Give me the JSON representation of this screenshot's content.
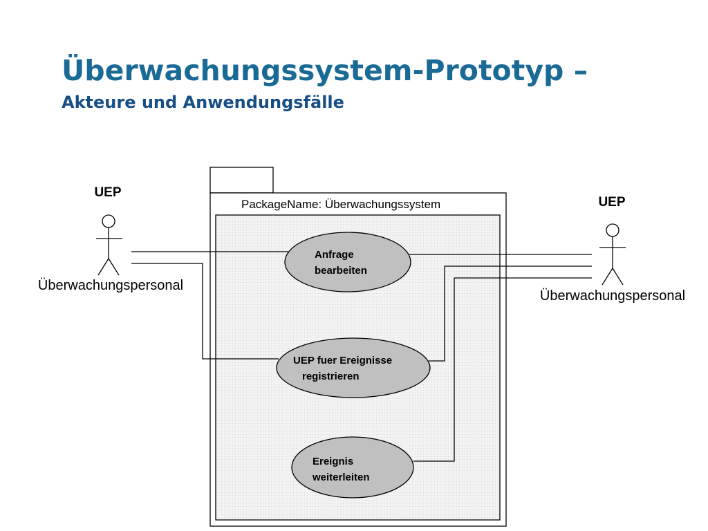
{
  "slide": {
    "title": "Überwachungssystem-Prototyp –",
    "subtitle": "Akteure und Anwendungsfälle"
  },
  "diagram": {
    "package_name": "PackageName: Überwachungssystem",
    "actors": [
      {
        "id": "left",
        "stereotype": "UEP",
        "name": "Überwachungspersonal"
      },
      {
        "id": "right",
        "stereotype": "UEP",
        "name": "Überwachungspersonal"
      }
    ],
    "use_cases": [
      {
        "id": "anfrage",
        "lines": [
          "Anfrage",
          "bearbeiten"
        ]
      },
      {
        "id": "registrieren",
        "lines": [
          "UEP fuer Ereignisse",
          "registrieren"
        ]
      },
      {
        "id": "weiterleiten",
        "lines": [
          "Ereignis",
          "weiterleiten"
        ]
      }
    ],
    "colors": {
      "title": "#1a6a96",
      "subtitle": "#174e86",
      "use_case_fill": "#c0c0c0",
      "package_fill": "#f0f0f0"
    }
  }
}
